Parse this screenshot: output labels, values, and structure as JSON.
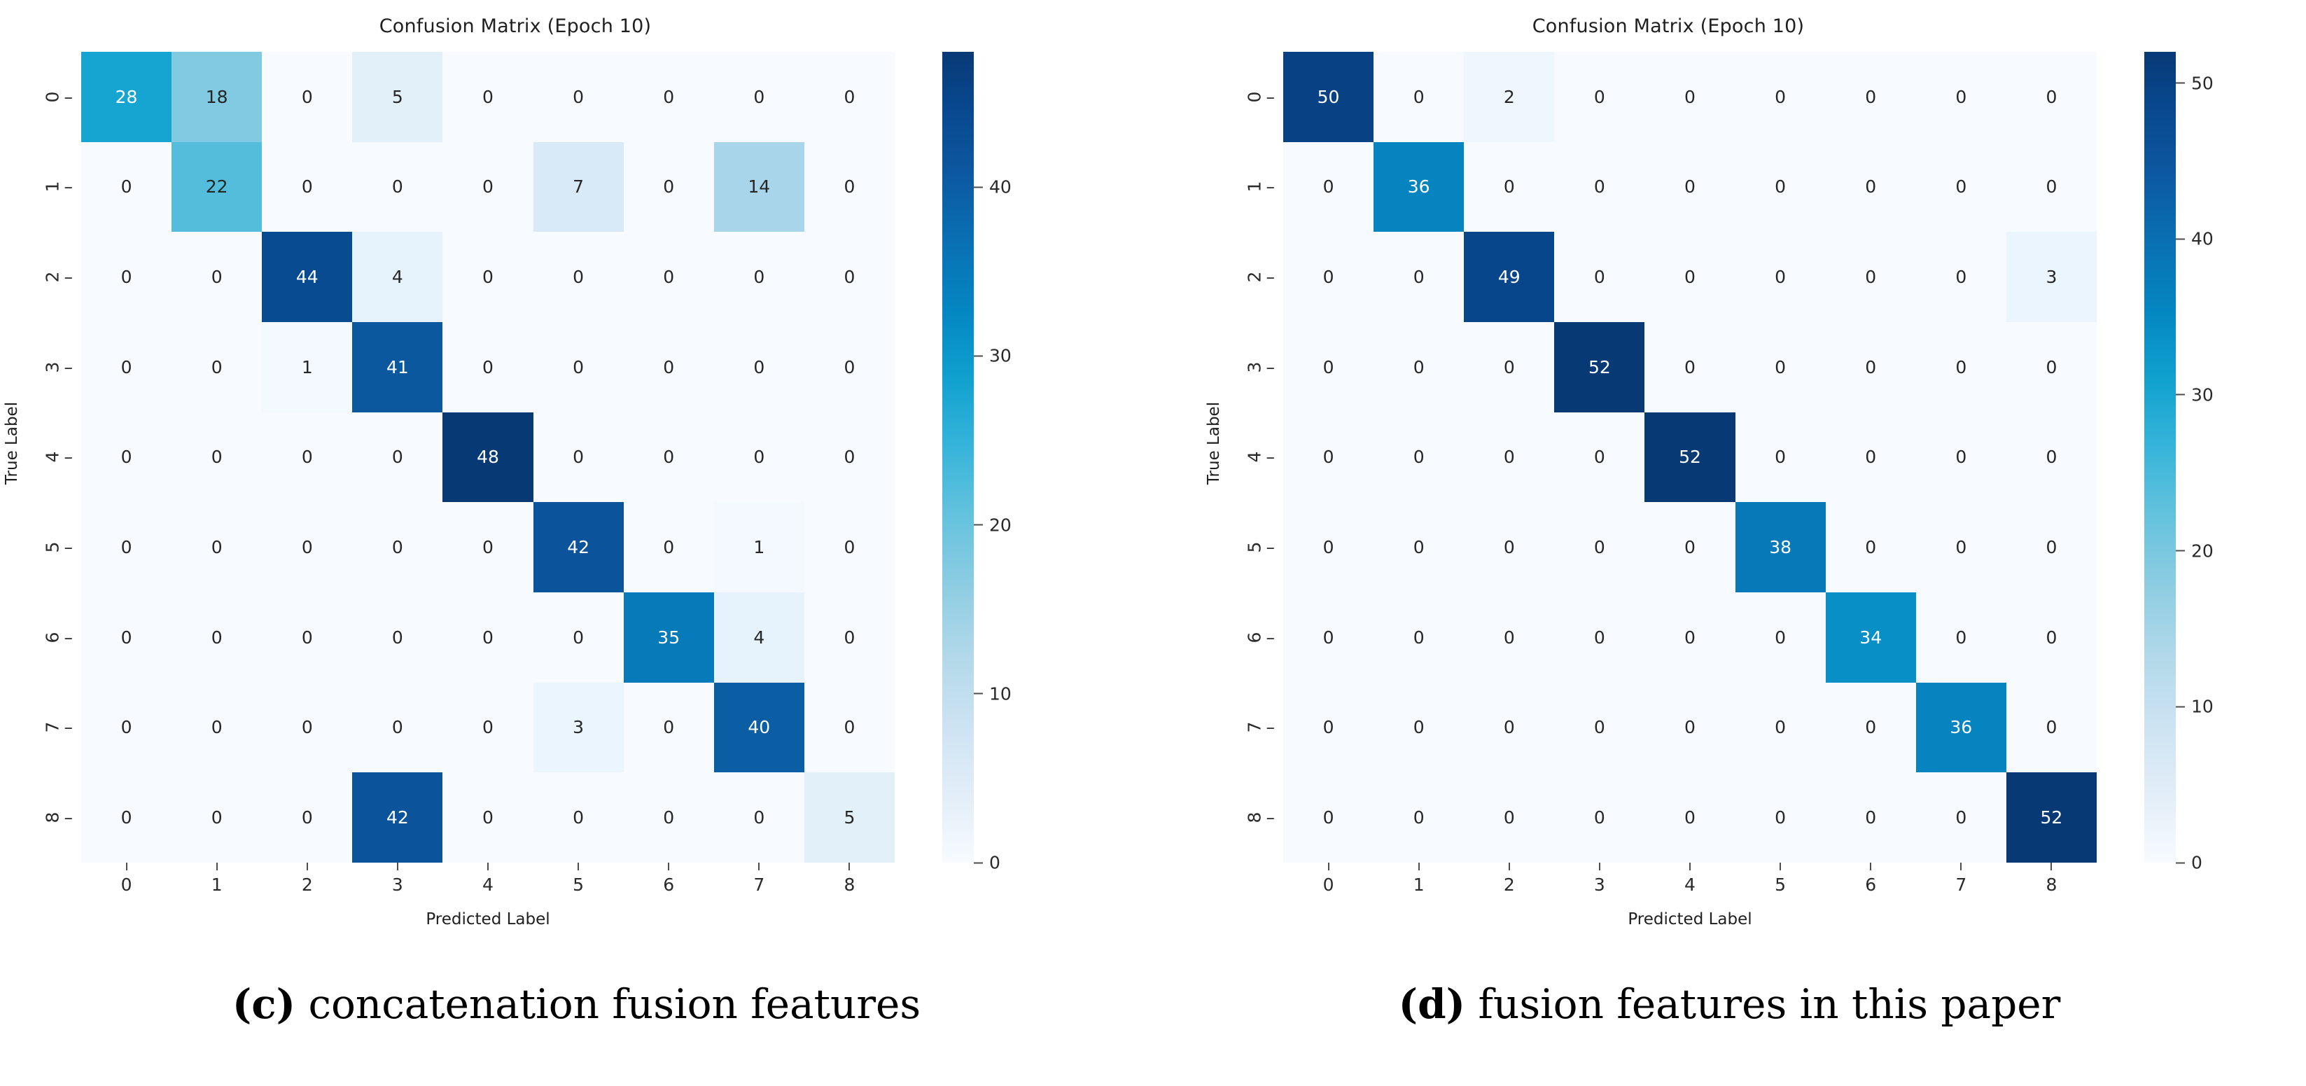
{
  "figure": {
    "background": "#ffffff",
    "colormap_name": "GnBu-blues",
    "text_color": "#1f1f1f"
  },
  "panels": [
    {
      "id": "panel-c",
      "caption_marker": "(c)",
      "caption_text": " concatenation fusion features",
      "chart_data": {
        "type": "heatmap",
        "title": "Confusion Matrix (Epoch 10)",
        "xlabel": "Predicted Label",
        "ylabel": "True Label",
        "categories": [
          "0",
          "1",
          "2",
          "3",
          "4",
          "5",
          "6",
          "7",
          "8"
        ],
        "x_tick_labels": [
          "0",
          "1",
          "2",
          "3",
          "4",
          "5",
          "6",
          "7",
          "8"
        ],
        "y_tick_labels": [
          "0",
          "1",
          "2",
          "3",
          "4",
          "5",
          "6",
          "7",
          "8"
        ],
        "grid": false,
        "colorbar": {
          "position": "right",
          "ticks": [
            0,
            10,
            20,
            30,
            40
          ],
          "tick_labels": [
            "0",
            "10",
            "20",
            "30",
            "40"
          ],
          "vmin": 0,
          "vmax": 48
        },
        "values": [
          [
            28,
            18,
            0,
            5,
            0,
            0,
            0,
            0,
            0
          ],
          [
            0,
            22,
            0,
            0,
            0,
            7,
            0,
            14,
            0
          ],
          [
            0,
            0,
            44,
            4,
            0,
            0,
            0,
            0,
            0
          ],
          [
            0,
            0,
            1,
            41,
            0,
            0,
            0,
            0,
            0
          ],
          [
            0,
            0,
            0,
            0,
            48,
            0,
            0,
            0,
            0
          ],
          [
            0,
            0,
            0,
            0,
            0,
            42,
            0,
            1,
            0
          ],
          [
            0,
            0,
            0,
            0,
            0,
            0,
            35,
            4,
            0
          ],
          [
            0,
            0,
            0,
            0,
            0,
            3,
            0,
            40,
            0
          ],
          [
            0,
            0,
            0,
            42,
            0,
            0,
            0,
            0,
            5
          ]
        ]
      }
    },
    {
      "id": "panel-d",
      "caption_marker": "(d)",
      "caption_text": " fusion features in this paper",
      "chart_data": {
        "type": "heatmap",
        "title": "Confusion Matrix (Epoch 10)",
        "xlabel": "Predicted Label",
        "ylabel": "True Label",
        "categories": [
          "0",
          "1",
          "2",
          "3",
          "4",
          "5",
          "6",
          "7",
          "8"
        ],
        "x_tick_labels": [
          "0",
          "1",
          "2",
          "3",
          "4",
          "5",
          "6",
          "7",
          "8"
        ],
        "y_tick_labels": [
          "0",
          "1",
          "2",
          "3",
          "4",
          "5",
          "6",
          "7",
          "8"
        ],
        "grid": false,
        "colorbar": {
          "position": "right",
          "ticks": [
            0,
            10,
            20,
            30,
            40,
            50
          ],
          "tick_labels": [
            "0",
            "10",
            "20",
            "30",
            "40",
            "50"
          ],
          "vmin": 0,
          "vmax": 52
        },
        "values": [
          [
            50,
            0,
            2,
            0,
            0,
            0,
            0,
            0,
            0
          ],
          [
            0,
            36,
            0,
            0,
            0,
            0,
            0,
            0,
            0
          ],
          [
            0,
            0,
            49,
            0,
            0,
            0,
            0,
            0,
            3
          ],
          [
            0,
            0,
            0,
            52,
            0,
            0,
            0,
            0,
            0
          ],
          [
            0,
            0,
            0,
            0,
            52,
            0,
            0,
            0,
            0
          ],
          [
            0,
            0,
            0,
            0,
            0,
            38,
            0,
            0,
            0
          ],
          [
            0,
            0,
            0,
            0,
            0,
            0,
            34,
            0,
            0
          ],
          [
            0,
            0,
            0,
            0,
            0,
            0,
            0,
            36,
            0
          ],
          [
            0,
            0,
            0,
            0,
            0,
            0,
            0,
            0,
            52
          ]
        ]
      }
    }
  ]
}
